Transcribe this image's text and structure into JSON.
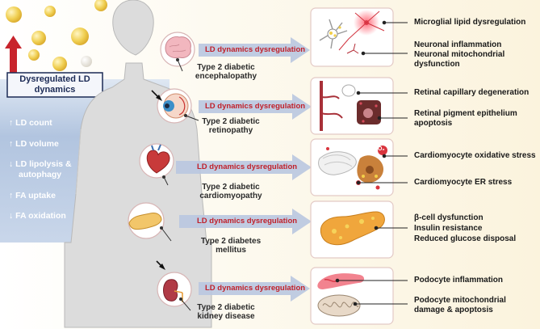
{
  "banner": {
    "line1": "Dysregulated LD",
    "line2": "dynamics"
  },
  "left_list": {
    "ld_count": "↑ LD count",
    "ld_volume": "↑ LD volume",
    "lipolysis_1": "↓ LD lipolysis &",
    "lipolysis_2": "autophagy",
    "fa_uptake": "↑ FA uptake",
    "fa_oxidation": "↓ FA oxidation"
  },
  "rows": [
    {
      "arrow_label": "LD dynamics dysregulation",
      "organ_line1": "Type 2 diabetic",
      "organ_line2": "encephalopathy",
      "outcomes": [
        "Microglial lipid dysregulation",
        "Neuronal inflammation",
        "Neuronal mitochondrial",
        "dysfunction"
      ]
    },
    {
      "arrow_label": "LD dynamics dysregulation",
      "organ_line1": "Type 2 diabetic",
      "organ_line2": "retinopathy",
      "outcomes": [
        "Retinal capillary degeneration",
        "Retinal pigment epithelium",
        "apoptosis"
      ]
    },
    {
      "arrow_label": "LD dynamics dysregulation",
      "organ_line1": "Type 2 diabetic",
      "organ_line2": "cardiomyopathy",
      "outcomes": [
        "Cardiomyocyte oxidative stress",
        "Cardiomyocyte ER stress"
      ]
    },
    {
      "arrow_label": "LD dynamics dysregulation",
      "organ_line1": "Type 2 diabetes",
      "organ_line2": "mellitus",
      "outcomes": [
        "β-cell dysfunction",
        "Insulin resistance",
        "Reduced glucose disposal"
      ]
    },
    {
      "arrow_label": "LD dynamics dysregulation",
      "organ_line1": "Type 2 diabetic",
      "organ_line2": "kidney disease",
      "outcomes": [
        "Podocyte inflammation",
        "Podocyte mitochondrial",
        "damage & apoptosis"
      ]
    }
  ],
  "icon_labels": {
    "o2": "O₂"
  },
  "colors": {
    "banner_red": "#c8242c",
    "left_panel": "#9db4d6",
    "arrow_fill": "#b9c6e0",
    "ld_text": "#c0202a",
    "box_border": "#e3c9c5",
    "lipid_droplet": "#f2cf4a"
  }
}
